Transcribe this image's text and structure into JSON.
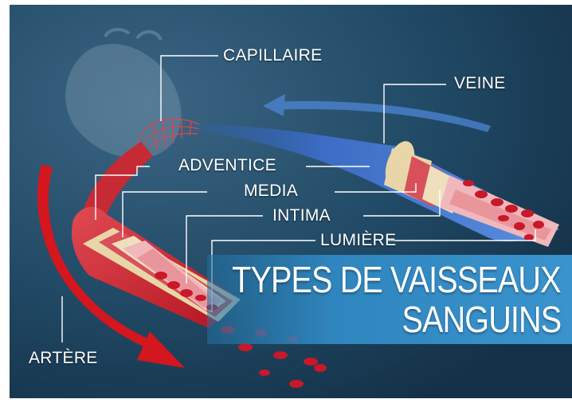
{
  "labels": {
    "capillary": "CAPILLAIRE",
    "vein": "VEINE",
    "adventitia": "ADVENTICE",
    "media": "MEDIA",
    "intima": "INTIMA",
    "lumen": "LUMIÈRE",
    "artery": "ARTÈRE"
  },
  "title": {
    "line1": "TYPES DE VAISSEAUX",
    "line2": "SANGUINS"
  },
  "colors": {
    "background": "#1a3b55",
    "title_band": "#3a93cc",
    "artery": "#c8202c",
    "vein": "#3f73c8",
    "adventitia": "#e8d6a8",
    "media": "#d8505a",
    "intima": "#f0b8bc"
  }
}
